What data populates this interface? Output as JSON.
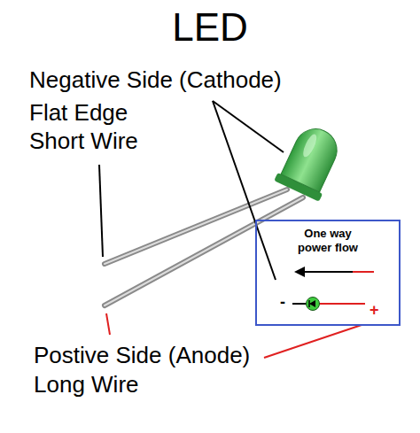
{
  "diagram": {
    "title": "LED",
    "nodes": [
      {
        "text": [
          "One way power flow"
        ]
      }
    ],
    "labels": [
      "Negative Side (Cathode)",
      "Flat Edge",
      "Short Wire",
      "-",
      "+",
      "Postive Side (Anode)",
      "Long Wire"
    ]
  }
}
